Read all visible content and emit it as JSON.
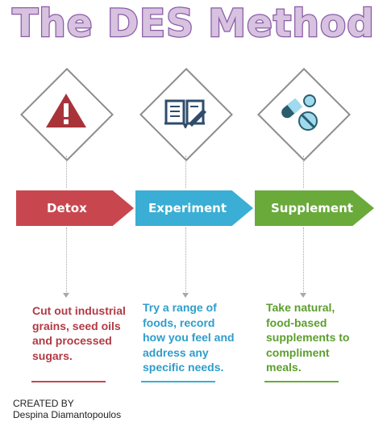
{
  "title": "The DES Method",
  "steps": [
    {
      "label": "Detox",
      "icon": "warning-icon",
      "color": "#c8474e",
      "description": [
        "Cut out industrial",
        "grains, seed oils",
        "and processed",
        "sugars."
      ]
    },
    {
      "label": "Experiment",
      "icon": "book-pen-icon",
      "color": "#3aaed4",
      "description": [
        "Try a range of",
        "foods, record",
        "how you feel and",
        "address any",
        "specific needs."
      ]
    },
    {
      "label": "Supplement",
      "icon": "pills-icon",
      "color": "#6aaa3a",
      "description": [
        "Take natural,",
        "food-based",
        "supplements to",
        "compliment",
        "meals."
      ]
    }
  ],
  "credit": {
    "line1": "CREATED BY",
    "line2": "Despina Diamantopoulos"
  }
}
